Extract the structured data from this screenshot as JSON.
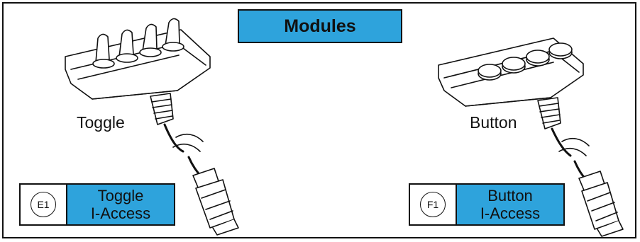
{
  "title": "Modules",
  "modules": [
    {
      "label": "Toggle",
      "code": "E1",
      "name_line1": "Toggle",
      "name_line2": "I-Access"
    },
    {
      "label": "Button",
      "code": "F1",
      "name_line1": "Button",
      "name_line2": "I-Access"
    }
  ],
  "colors": {
    "accent": "#2ea3dc",
    "line": "#111111"
  }
}
